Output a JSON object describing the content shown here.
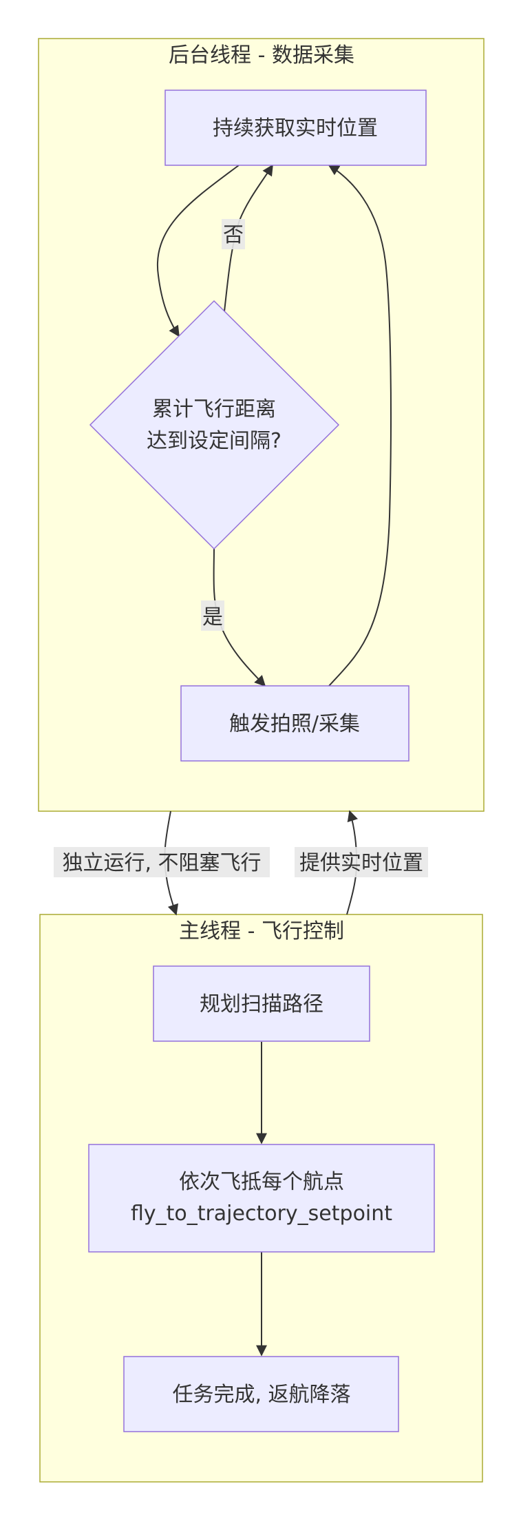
{
  "clusters": {
    "background": "后台线程 - 数据采集",
    "main": "主线程 - 飞行控制"
  },
  "nodes": {
    "get_position": "持续获取实时位置",
    "decision_line1": "累计飞行距离",
    "decision_line2": "达到设定间隔?",
    "trigger": "触发拍照/采集",
    "plan": "规划扫描路径",
    "fly_line1": "依次飞抵每个航点",
    "fly_line2": "fly_to_trajectory_setpoint",
    "finish": "任务完成, 返航降落"
  },
  "edges": {
    "no": "否",
    "yes": "是",
    "independent": "独立运行, 不阻塞飞行",
    "provide": "提供实时位置"
  },
  "colors": {
    "cluster_fill": "#ffffde",
    "cluster_stroke": "#aaaa33",
    "node_fill": "#ececff",
    "node_stroke": "#9370db",
    "edge": "#333333"
  }
}
